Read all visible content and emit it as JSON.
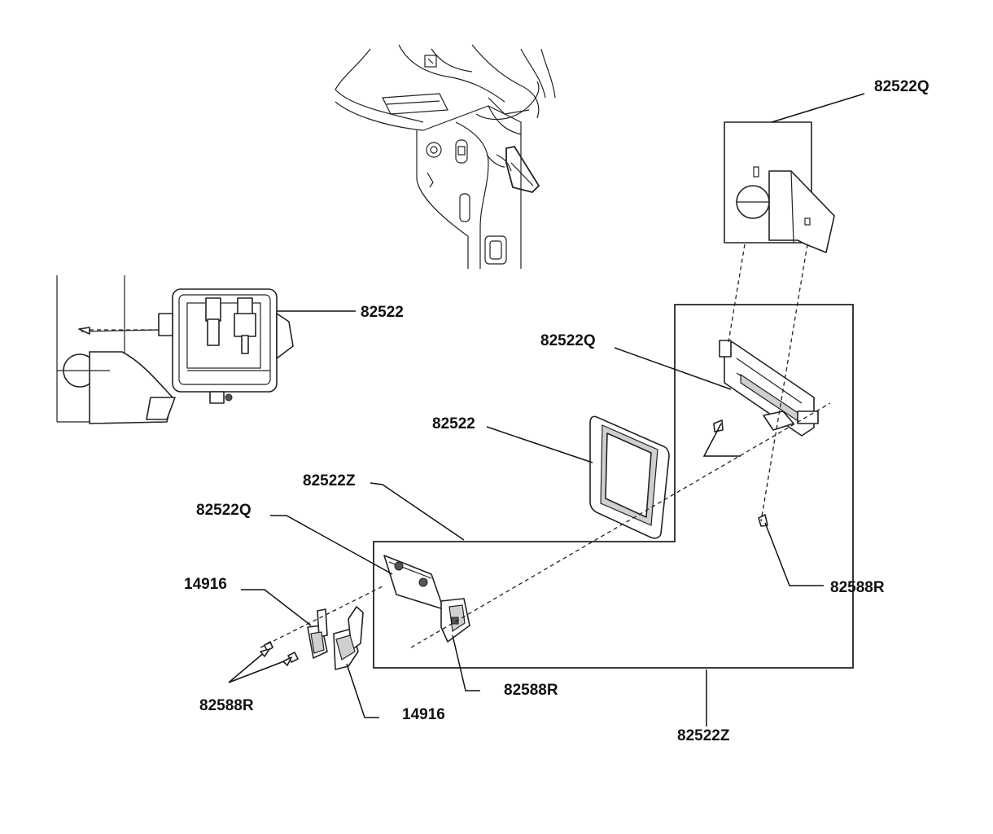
{
  "labels": {
    "top_right_82522Q": "82522Q",
    "left_82522": "82522",
    "mid_82522Q": "82522Q",
    "mid_82522": "82522",
    "mid_82522Z": "82522Z",
    "left_82522Q": "82522Q",
    "left_14916": "14916",
    "right_82588R": "82588R",
    "bottom_82588R_left": "82588R",
    "bottom_82588R_center": "82588R",
    "bottom_14916": "14916",
    "bottom_82522Z": "82522Z"
  }
}
